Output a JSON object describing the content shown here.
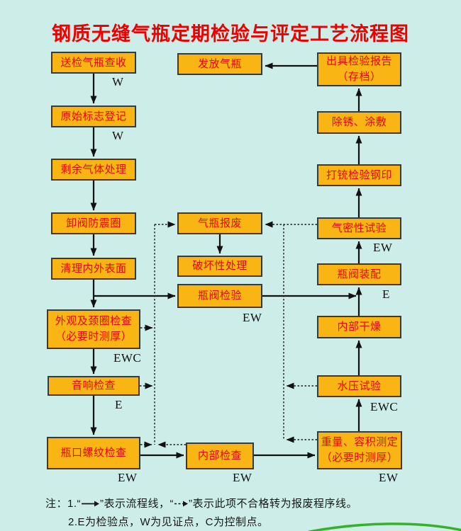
{
  "title": "钢质无缝气瓶定期检验与评定工艺流程图",
  "nodes": {
    "receive": "送检气瓶查收",
    "register": "原始标志登记",
    "residual_gas": "剩余气体处理",
    "remove_valve_ring": "卸阀防震圈",
    "clean_surfaces": "清理内外表面",
    "visual_neck_check": "外观及颈圈检查\n（必要时测厚）",
    "acoustic_check": "音响检查",
    "thread_check": "瓶口螺纹检查",
    "issue_bottle": "发放气瓶",
    "scrap": "气瓶报废",
    "destructive": "破坏性处理",
    "valve_inspection": "瓶阀检验",
    "internal_check": "内部检查",
    "report": "出具检验报告\n（存档）",
    "derust_coat": "除锈、涂敷",
    "stamp": "打铳检验钢印",
    "airtight": "气密性试验",
    "valve_assembly": "瓶阀装配",
    "internal_dry": "内部干燥",
    "hydro_test": "水压试验",
    "weight_volume": "重量、容积测定\n（必要时测厚）"
  },
  "checkpoints": {
    "w_receive": "W",
    "w_register": "W",
    "ewc_visual": "EWC",
    "e_acoustic": "E",
    "ew_thread": "EW",
    "ew_valve_inspection": "EW",
    "ew_internal_check": "EW",
    "ew_weight_volume": "EW",
    "ew_airtight": "EW",
    "e_valve_assembly": "E",
    "ewc_hydro": "EWC"
  },
  "note": {
    "line1_prefix": "注：1.“",
    "line1_mid": "”表示流程线，“",
    "line1_suffix": "”表示此项不合格转为报废程序线。",
    "line2": "2.E为检验点，W为见证点，C为控制点。"
  },
  "legend_icons": [
    "solid-flow-arrow",
    "dashed-scrap-arrow"
  ],
  "colors": {
    "background": "#cdeee8",
    "box_fill": "#f8b514",
    "box_border": "#3a3a3a",
    "box_text": "#e60505",
    "title_text": "#ee0000",
    "line": "#111111",
    "swoosh_green": "#36b22a"
  },
  "edges": [
    {
      "from": "receive",
      "to": "register",
      "type": "flow"
    },
    {
      "from": "register",
      "to": "residual_gas",
      "type": "flow"
    },
    {
      "from": "residual_gas",
      "to": "remove_valve_ring",
      "type": "flow"
    },
    {
      "from": "remove_valve_ring",
      "to": "clean_surfaces",
      "type": "flow"
    },
    {
      "from": "clean_surfaces",
      "to": "visual_neck_check",
      "type": "flow"
    },
    {
      "from": "clean_surfaces",
      "to": "valve_inspection",
      "type": "flow"
    },
    {
      "from": "visual_neck_check",
      "to": "acoustic_check",
      "type": "flow"
    },
    {
      "from": "acoustic_check",
      "to": "thread_check",
      "type": "flow"
    },
    {
      "from": "thread_check",
      "to": "internal_check",
      "type": "flow"
    },
    {
      "from": "internal_check",
      "to": "weight_volume",
      "type": "flow"
    },
    {
      "from": "weight_volume",
      "to": "hydro_test",
      "type": "flow"
    },
    {
      "from": "hydro_test",
      "to": "internal_dry",
      "type": "flow"
    },
    {
      "from": "internal_dry",
      "to": "valve_assembly",
      "type": "flow"
    },
    {
      "from": "valve_inspection",
      "to": "valve_assembly",
      "type": "flow"
    },
    {
      "from": "valve_assembly",
      "to": "airtight",
      "type": "flow"
    },
    {
      "from": "airtight",
      "to": "stamp",
      "type": "flow"
    },
    {
      "from": "stamp",
      "to": "derust_coat",
      "type": "flow"
    },
    {
      "from": "derust_coat",
      "to": "report",
      "type": "flow"
    },
    {
      "from": "report",
      "to": "issue_bottle",
      "type": "flow"
    },
    {
      "from": "scrap",
      "to": "destructive",
      "type": "flow"
    },
    {
      "from": "visual_neck_check",
      "to": "scrap",
      "type": "scrap"
    },
    {
      "from": "acoustic_check",
      "to": "scrap",
      "type": "scrap"
    },
    {
      "from": "thread_check",
      "to": "scrap",
      "type": "scrap"
    },
    {
      "from": "internal_check",
      "to": "scrap",
      "type": "scrap"
    },
    {
      "from": "weight_volume",
      "to": "scrap",
      "type": "scrap"
    },
    {
      "from": "hydro_test",
      "to": "scrap",
      "type": "scrap"
    },
    {
      "from": "airtight",
      "to": "scrap",
      "type": "scrap"
    }
  ]
}
